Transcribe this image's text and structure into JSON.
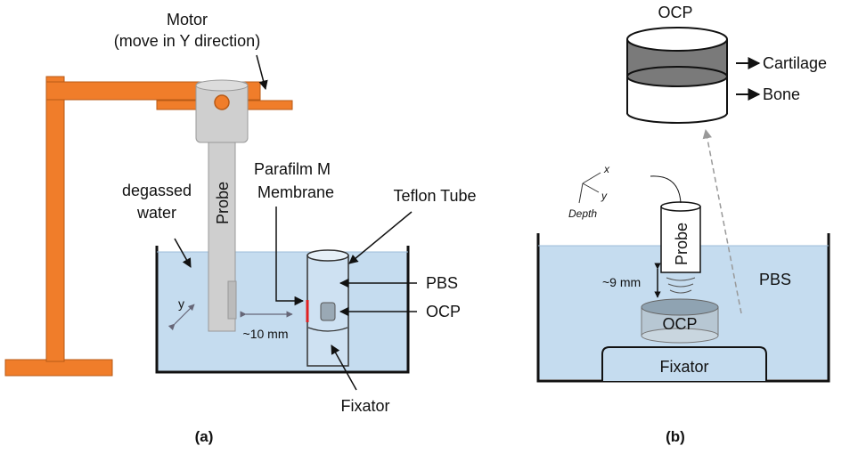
{
  "panel_a": {
    "motor_title": "Motor",
    "motor_subtitle": "(move in Y direction)",
    "probe": "Probe",
    "degassed_line1": "degassed",
    "degassed_line2": "water",
    "parafilm_line1": "Parafilm M",
    "parafilm_line2": "Membrane",
    "teflon": "Teflon Tube",
    "pbs": "PBS",
    "ocp": "OCP",
    "distance": "~10 mm",
    "axis_y": "y",
    "fixator": "Fixator",
    "caption": "(a)"
  },
  "panel_b": {
    "ocp_title": "OCP",
    "cartilage": "Cartilage",
    "bone": "Bone",
    "axis_x": "x",
    "axis_y": "y",
    "axis_depth": "Depth",
    "probe": "Probe",
    "distance": "~9 mm",
    "pbs": "PBS",
    "ocp": "OCP",
    "fixator": "Fixator",
    "caption": "(b)"
  },
  "colors": {
    "stand": "#f07d2a",
    "stand_edge": "#b85a16",
    "water": "#c5dcef",
    "probe": "#cfcfcf",
    "membrane": "#e02020",
    "cartilage": "#7a7a7a"
  }
}
